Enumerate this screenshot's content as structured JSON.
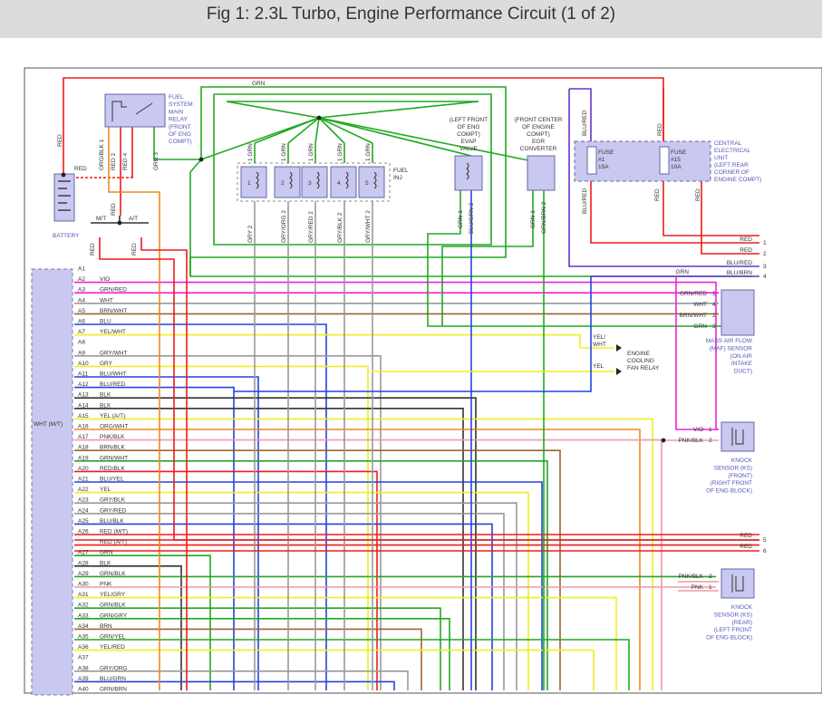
{
  "figure": {
    "title": "Fig 1: 2.3L Turbo, Engine Performance Circuit (1 of 2)"
  },
  "colors": {
    "red": "#ee1c1c",
    "green": "#22a822",
    "purple": "#6633cc",
    "blue": "#2244dd",
    "magenta": "#ee22dd",
    "yellow": "#eeee22",
    "orange": "#ee8822",
    "gray": "#999999",
    "brown": "#996633",
    "black": "#333333",
    "pink": "#ee99aa",
    "component_fill": "#c8c8f0"
  },
  "components": {
    "fuel_relay": [
      "FUEL",
      "SYSTEM",
      "MAIN",
      "RELAY",
      "(FRONT",
      "OF ENG",
      "COMPT)"
    ],
    "battery": "BATTERY",
    "fuel_inj": [
      "FUEL",
      "INJ"
    ],
    "evap": [
      "(LEFT FRONT",
      "OF ENG",
      "COMPT)",
      "EVAP",
      "VALVE"
    ],
    "egr": [
      "(FRONT CENTER",
      "OF ENGINE",
      "COMPT)",
      "EGR",
      "CONVERTER"
    ],
    "ceu": [
      "CENTRAL",
      "ELECTRICAL",
      "UNIT",
      "(LEFT REAR",
      "CORNER OF",
      "ENGINE COMPT)"
    ],
    "fuse1": [
      "FUSE",
      "#1",
      "15A"
    ],
    "fuse15": [
      "FUSE",
      "#15",
      "10A"
    ],
    "maf": [
      "MASS AIR FLOW",
      "(MAF) SENSOR",
      "(ON AIR",
      "INTAKE",
      "DUCT)"
    ],
    "fan_relay": [
      "ENGINE",
      "COOLING",
      "FAN RELAY"
    ],
    "ks_front": [
      "KNOCK",
      "SENSOR (KS)",
      "(FRONT)",
      "(RIGHT FRONT",
      "OF ENG BLOCK)"
    ],
    "ks_rear": [
      "KNOCK",
      "SENSOR (KS)",
      "(REAR)",
      "(LEFT FRONT",
      "OF ENG BLOCK)"
    ],
    "ecm_label": "WHT (M/T)",
    "mt": "M/T",
    "at": "A/T"
  },
  "wire_labels": {
    "top_grn": "GRN",
    "relay_pins": [
      "ORG/BLK 1",
      "RED 2",
      "RED 4",
      "GRN 3"
    ],
    "left_red": "RED",
    "battery_red": "RED",
    "relay_red": "RED",
    "mt_red": "RED",
    "at_red": "RED",
    "inj_top": [
      "1 GRN",
      "1 GRN",
      "1 GRN",
      "1 GRN",
      "1 GRN"
    ],
    "inj_nums": [
      "1",
      "2",
      "3",
      "4",
      "5"
    ],
    "inj_bottom": [
      "GRY 2",
      "GRY/ORG 2",
      "GRY/RED 2",
      "GRY/BLK 2",
      "GRY/WHT 2"
    ],
    "evap_pins": [
      "GRN 1",
      "BLU/GRN 2"
    ],
    "egr_pins": [
      "GRN 1",
      "GRN/BRN 2"
    ],
    "ceu_blured_top": "BLU/RED",
    "ceu_blured_bottom": "BLU/RED",
    "ceu_red_top": "RED",
    "ceu_red_a": "RED",
    "ceu_red_b": "RED",
    "right_wires": [
      {
        "label": "RED",
        "num": "1"
      },
      {
        "label": "RED",
        "num": "2"
      },
      {
        "label": "BLU/RED",
        "num": "3"
      },
      {
        "label": "BLU/BRN",
        "num": "4"
      }
    ],
    "grn_row": "GRN",
    "maf_pins": [
      {
        "label": "GRN/RED",
        "num": "1"
      },
      {
        "label": "WHT",
        "num": "4"
      },
      {
        "label": "BRN/WHT",
        "num": "2"
      },
      {
        "label": "GRN",
        "num": "3"
      }
    ],
    "fan_pins": [
      "YEL/",
      "WHT",
      "YEL"
    ],
    "ksf_pins": [
      {
        "label": "VIO",
        "num": "1"
      },
      {
        "label": "PNK/BLK",
        "num": "2"
      }
    ],
    "ksr_pins": [
      {
        "label": "PNK/BLK",
        "num": "2"
      },
      {
        "label": "PNK",
        "num": "1"
      }
    ],
    "red5": {
      "label": "RED",
      "num": "5"
    },
    "red6": {
      "label": "RED",
      "num": "6"
    }
  },
  "ecm_pins": [
    {
      "pin": "A1",
      "wire": ""
    },
    {
      "pin": "A2",
      "wire": "VIO"
    },
    {
      "pin": "A3",
      "wire": "GRN/RED"
    },
    {
      "pin": "A4",
      "wire": "WHT"
    },
    {
      "pin": "A5",
      "wire": "BRN/WHT"
    },
    {
      "pin": "A6",
      "wire": "BLU"
    },
    {
      "pin": "A7",
      "wire": "YEL/WHT"
    },
    {
      "pin": "A8",
      "wire": ""
    },
    {
      "pin": "A9",
      "wire": "GRY/WHT"
    },
    {
      "pin": "A10",
      "wire": "GRY"
    },
    {
      "pin": "A11",
      "wire": "BLU/WHT"
    },
    {
      "pin": "A12",
      "wire": "BLU/RED"
    },
    {
      "pin": "A13",
      "wire": "BLK"
    },
    {
      "pin": "A14",
      "wire": "BLK"
    },
    {
      "pin": "A15",
      "wire": "YEL  (A/T)"
    },
    {
      "pin": "A16",
      "wire": "ORG/WHT"
    },
    {
      "pin": "A17",
      "wire": "PNK/BLK"
    },
    {
      "pin": "A18",
      "wire": "BRN/BLK"
    },
    {
      "pin": "A19",
      "wire": "GRN/WHT"
    },
    {
      "pin": "A20",
      "wire": "RED/BLK"
    },
    {
      "pin": "A21",
      "wire": "BLU/YEL"
    },
    {
      "pin": "A22",
      "wire": "YEL"
    },
    {
      "pin": "A23",
      "wire": "GRY/BLK"
    },
    {
      "pin": "A24",
      "wire": "GRY/RED"
    },
    {
      "pin": "A25",
      "wire": "BLU/BLK"
    },
    {
      "pin": "A26",
      "wire": "RED    (M/T)"
    },
    {
      "pin": "",
      "wire": "RED    (A/T)"
    },
    {
      "pin": "A27",
      "wire": "GRN"
    },
    {
      "pin": "A28",
      "wire": "BLK"
    },
    {
      "pin": "A29",
      "wire": "GRN/BLK"
    },
    {
      "pin": "A30",
      "wire": "PNK"
    },
    {
      "pin": "A31",
      "wire": "YEL/GRY"
    },
    {
      "pin": "A32",
      "wire": "GRN/BLK"
    },
    {
      "pin": "A33",
      "wire": "GRN/GRY"
    },
    {
      "pin": "A34",
      "wire": "BRN"
    },
    {
      "pin": "A35",
      "wire": "GRN/YEL"
    },
    {
      "pin": "A36",
      "wire": "YEL/RED"
    },
    {
      "pin": "A37",
      "wire": ""
    },
    {
      "pin": "A38",
      "wire": "GRY/ORG"
    },
    {
      "pin": "A39",
      "wire": "BLU/GRN"
    },
    {
      "pin": "A40",
      "wire": "GRN/BRN"
    }
  ]
}
